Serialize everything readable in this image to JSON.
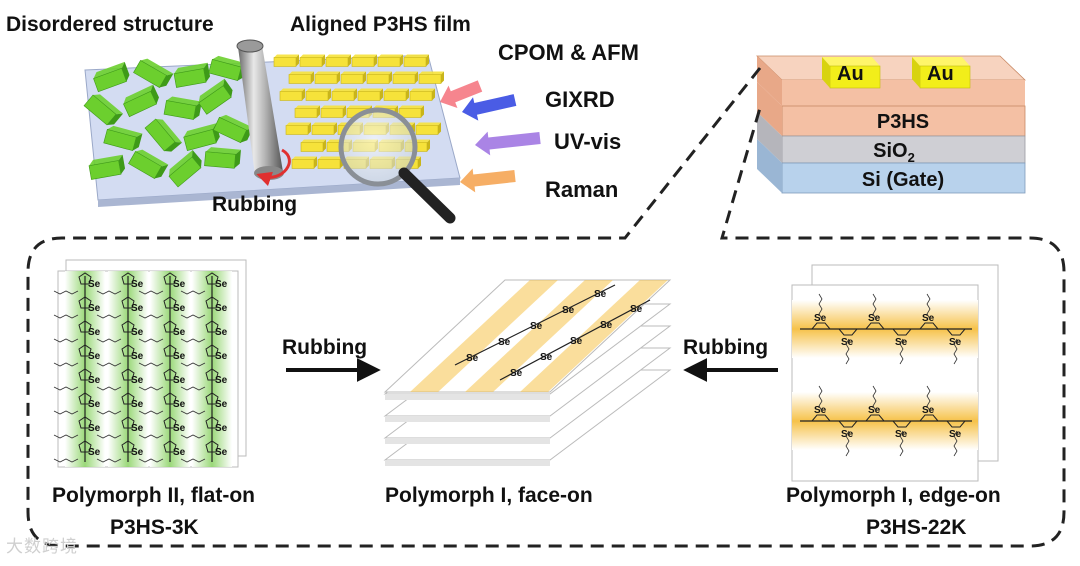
{
  "top": {
    "disordered_label": "Disordered structure",
    "aligned_label": "Aligned P3HS film",
    "rubbing_label": "Rubbing",
    "techniques": [
      {
        "label": "CPOM & AFM",
        "color": "#f4707a"
      },
      {
        "label": "GIXRD",
        "color": "#2a3fe0"
      },
      {
        "label": "UV-vis",
        "color": "#9b6fe0"
      },
      {
        "label": "Raman",
        "color": "#f5a04a"
      }
    ]
  },
  "device": {
    "electrode_left": "Au",
    "electrode_right": "Au",
    "layer_semiconductor": "P3HS",
    "layer_dielectric_base": "SiO",
    "layer_dielectric_sub": "2",
    "layer_gate": "Si (Gate)"
  },
  "bottom": {
    "left_caption": "Polymorph II, flat-on",
    "left_sample": "P3HS-3K",
    "center_caption": "Polymorph I, face-on",
    "right_caption": "Polymorph I, edge-on",
    "right_sample": "P3HS-22K",
    "arrow_left_label": "Rubbing",
    "arrow_right_label": "Rubbing",
    "atom_label": "Se"
  },
  "colors": {
    "green_block": "#6ccf2e",
    "yellow_block": "#f6e23a",
    "device_p3hs": "#f4c0a4",
    "device_sio2": "#cfcfd4",
    "device_si": "#b8d2ec",
    "au": "#f2ee1a",
    "green_stripe": "#8fd46a",
    "orange_stripe": "#f6c24a"
  },
  "watermark": "大数跨境"
}
